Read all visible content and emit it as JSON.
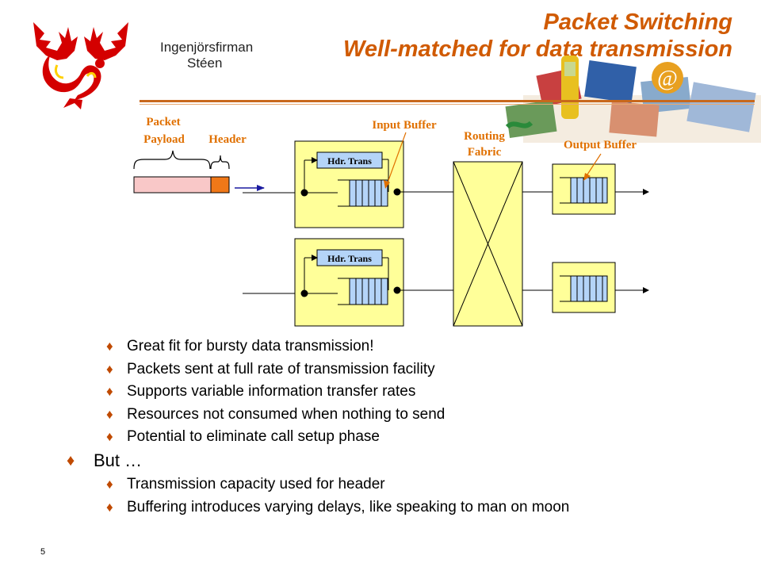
{
  "header": {
    "logo_line1": "Ingenjörsfirman",
    "logo_line2": "Stéen",
    "title_line1": "Packet Switching",
    "title_line2": "Well-matched for data transmission"
  },
  "diagram": {
    "label_packet": "Packet",
    "label_payload": "Payload",
    "label_header": "Header",
    "label_input_buffer": "Input Buffer",
    "label_routing": "Routing",
    "label_fabric": "Fabric",
    "label_output_buffer": "Output Buffer",
    "hdr_trans_1": "Hdr. Trans",
    "hdr_trans_2": "Hdr. Trans"
  },
  "bullets": [
    {
      "level": 2,
      "text": "Great fit for bursty data transmission!"
    },
    {
      "level": 2,
      "text": "Packets sent at full rate of transmission facility"
    },
    {
      "level": 2,
      "text": "Supports variable information transfer rates"
    },
    {
      "level": 2,
      "text": "Resources not consumed when nothing to send"
    },
    {
      "level": 2,
      "text": "Potential to eliminate call setup phase"
    },
    {
      "level": 1,
      "text": "But …"
    },
    {
      "level": 2,
      "text": "Transmission capacity used for header"
    },
    {
      "level": 2,
      "text": "Buffering introduces varying delays, like speaking to man on moon"
    }
  ],
  "bullet_glyph": "♦",
  "page_number": "5",
  "colors": {
    "title": "#d05a00",
    "box_fill": "#ffff99",
    "queue_fill": "#b4d4f8",
    "payload_fill": "#f9c8c8",
    "header_fill": "#f07818",
    "bullet": "#c04a00"
  }
}
